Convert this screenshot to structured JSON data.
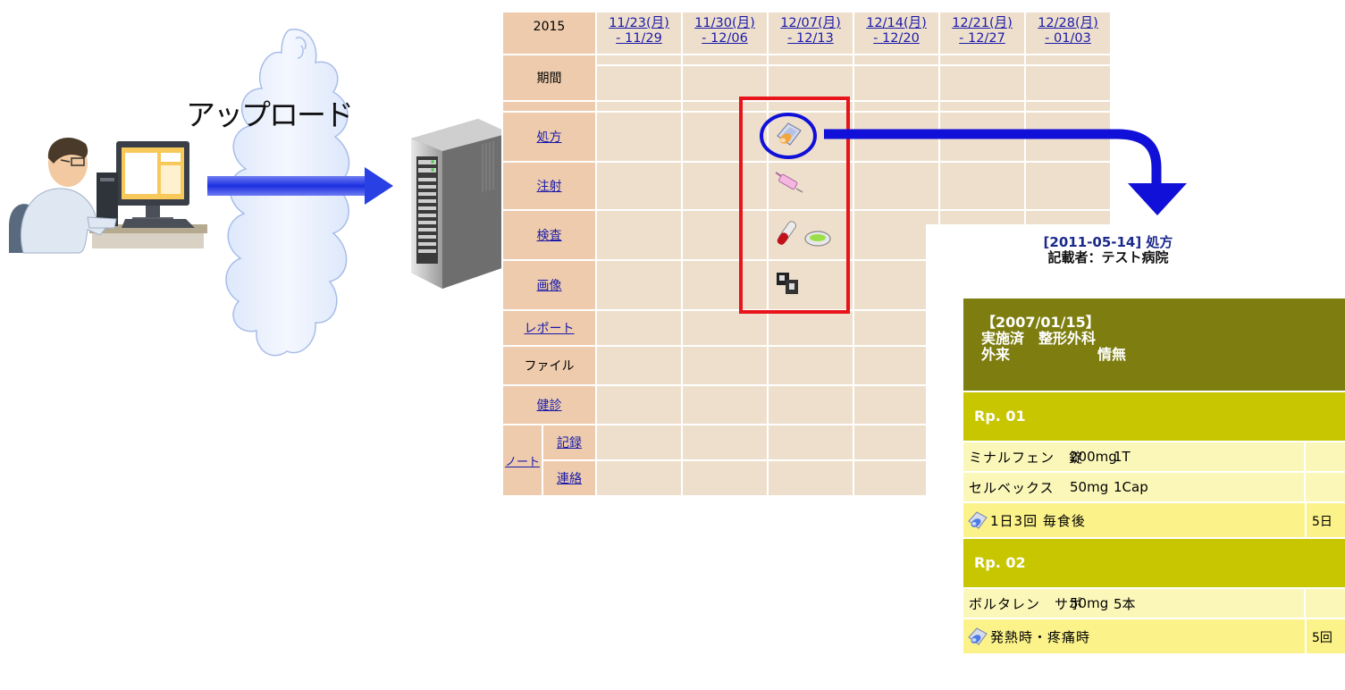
{
  "illustration": {
    "upload_label": "アップロード"
  },
  "timeline": {
    "year": "2015",
    "weeks": [
      {
        "start": "11/23(月)",
        "end": "- 11/29"
      },
      {
        "start": "11/30(月)",
        "end": "- 12/06"
      },
      {
        "start": "12/07(月)",
        "end": "- 12/13"
      },
      {
        "start": "12/14(月)",
        "end": "- 12/20"
      },
      {
        "start": "12/21(月)",
        "end": "- 12/27"
      },
      {
        "start": "12/28(月)",
        "end": "- 01/03"
      }
    ],
    "rows": {
      "period": "期間",
      "prescription": "処方",
      "injection": "注射",
      "examination": "検査",
      "imaging": "画像",
      "report": "レポート",
      "file": "ファイル",
      "checkup": "健診",
      "note": "ノート",
      "note_record": "記録",
      "note_contact": "連絡"
    },
    "icons": [
      "prescription-icon",
      "syringe-icon",
      "test-tube-icon",
      "petri-dish-icon",
      "image-film-icon"
    ]
  },
  "detail": {
    "title_line1": "[2011-05-14] 処方",
    "title_line2": "記載者：テスト病院",
    "header": {
      "date": "【2007/01/15】",
      "status": "実施済　整形外科",
      "visit_type": "外来",
      "info": "情無"
    },
    "rps": [
      {
        "label": "Rp. 01",
        "drugs": [
          {
            "name": "ミナルフェン　錠",
            "dose": "200mg",
            "unit": "1T"
          },
          {
            "name": "セルベックス",
            "dose": "50mg",
            "unit": "1Cap"
          }
        ],
        "usage": "1日3回 毎食後",
        "days": "5日"
      },
      {
        "label": "Rp. 02",
        "drugs": [
          {
            "name": "ボルタレン　サポ",
            "dose": "50mg",
            "unit": "5本"
          }
        ],
        "usage": "発熱時・疼痛時",
        "days": "5回"
      }
    ]
  },
  "colors": {
    "highlight_red": "#e8141b",
    "arrow_blue": "#1010d8",
    "header_olive": "#7d7d10",
    "rp_yellow": "#c7c600"
  }
}
